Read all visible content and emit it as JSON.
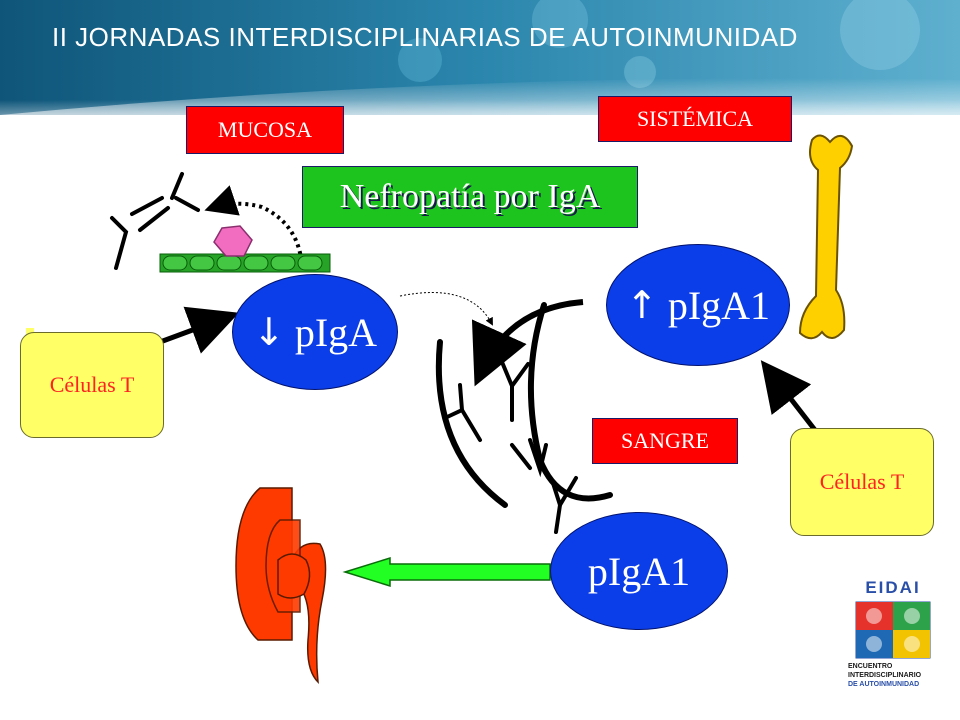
{
  "header": {
    "title": "II JORNADAS INTERDISCIPLINARIAS DE AUTOINMUNIDAD"
  },
  "diagram": {
    "title": "Nefropatía por IgA",
    "mucosa_label": "MUCOSA",
    "sistemica_label": "SISTÉMICA",
    "sangre_label": "SANGRE",
    "pIgA_down": "pIgA",
    "pIgA1_up": "pIgA1",
    "pIgA1": "pIgA1",
    "down_arrow_glyph": "↓",
    "up_arrow_glyph": "↑",
    "celulas_left": "Células T",
    "celulas_right": "Células T"
  },
  "logo": {
    "title": "EIDAI",
    "line1": "ENCUENTRO",
    "line2": "INTERDISCIPLINARIO",
    "line3": "DE AUTOINMUNIDAD"
  },
  "colors": {
    "header_bg": "#1b6d95",
    "red_box": "#ff0000",
    "green_box": "#1ec41e",
    "yellow_box": "#ffff66",
    "blue_ellipse": "#0b3ee8",
    "kidney": "#ff3a00",
    "bone": "#ffd000",
    "arrow_green": "#22ff22"
  }
}
